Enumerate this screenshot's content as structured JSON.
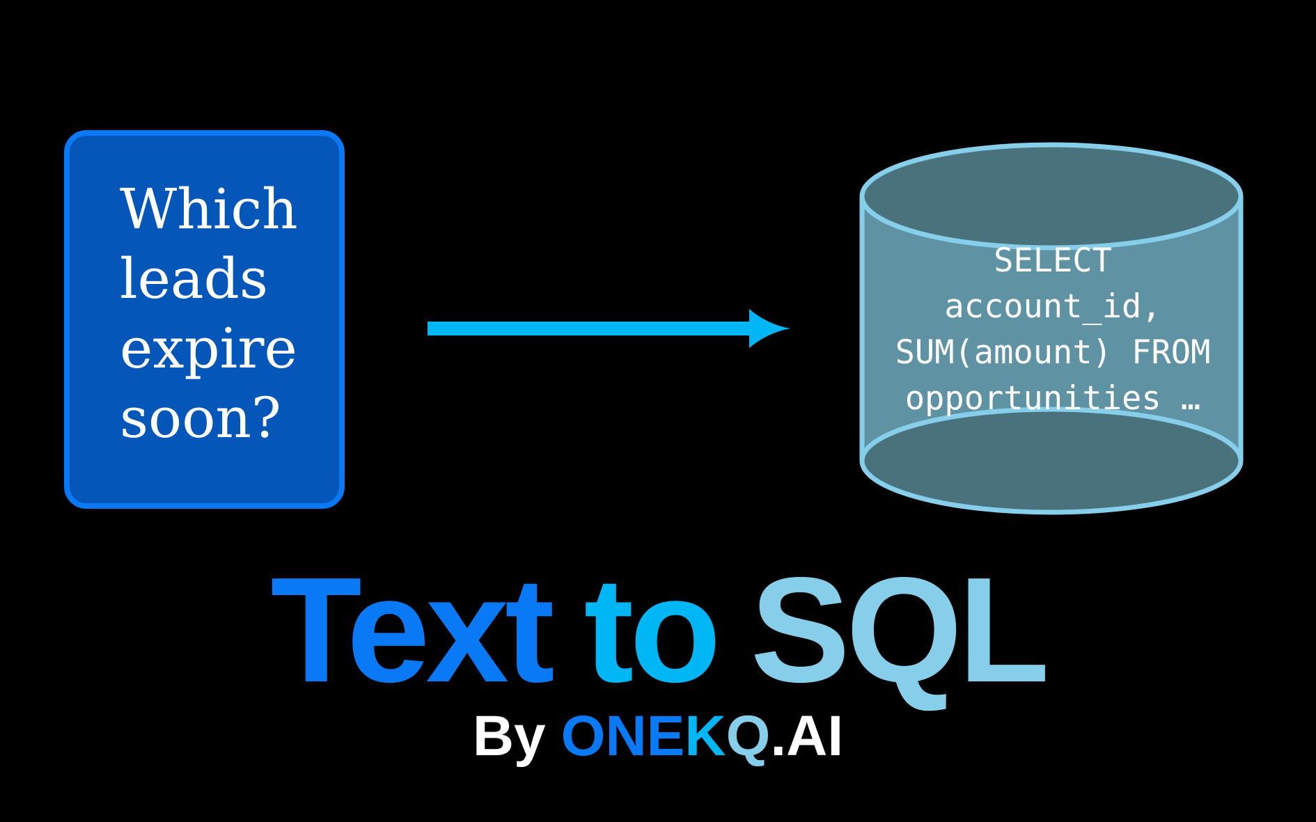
{
  "question": {
    "text": "Which\nleads\nexpire\nsoon?"
  },
  "database": {
    "sql": "SELECT\naccount_id,\nSUM(amount) FROM\nopportunities …"
  },
  "title": {
    "part1": "Text",
    "part2": "to",
    "part3": "SQL"
  },
  "byline": {
    "by": "By",
    "brand_one": "ONE",
    "brand_k": "K",
    "brand_q": "Q",
    "brand_suffix": ".AI"
  },
  "colors": {
    "background": "#000000",
    "card_fill": "#0457b8",
    "card_border": "#0a79f5",
    "arrow": "#00b6f5",
    "cylinder_body": "#5f93a4",
    "cylinder_cap": "#4a727d",
    "cylinder_stroke": "#87ceea",
    "title_text": "#0a79f5",
    "title_to": "#00b6f5",
    "title_sql": "#87ceea"
  }
}
